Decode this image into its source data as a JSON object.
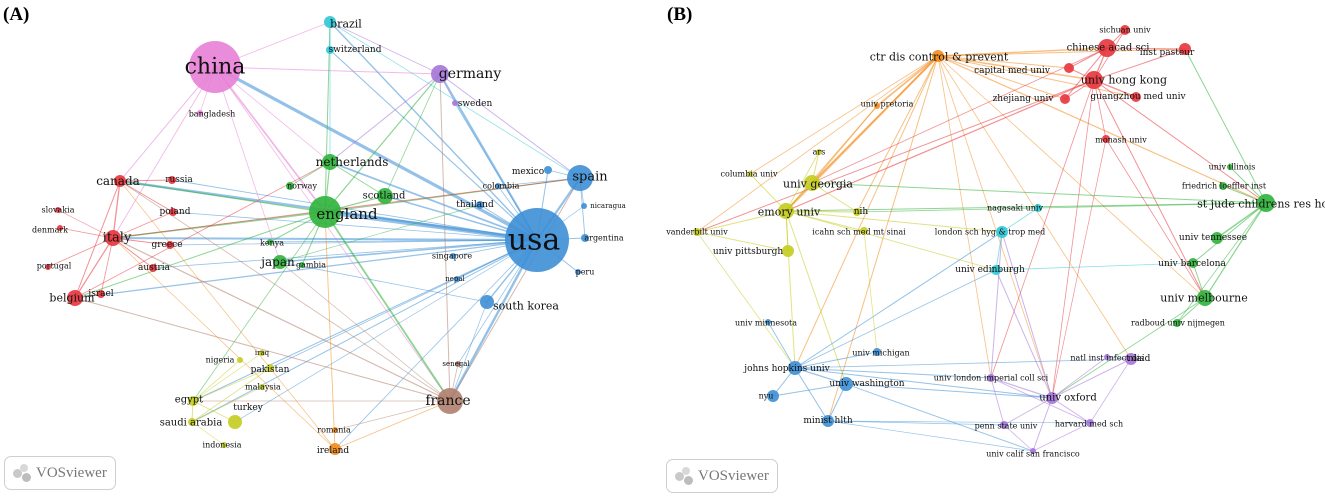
{
  "panels": [
    {
      "label": "(A)",
      "badge": "VOSviewer",
      "nodes": [
        {
          "id": "china",
          "label": "china",
          "c": "pink",
          "fs": 22
        },
        {
          "id": "brazil",
          "label": "brazil",
          "c": "cyan",
          "fs": 11
        },
        {
          "id": "switzerland",
          "label": "switzerland",
          "c": "cyan",
          "fs": 9
        },
        {
          "id": "germany",
          "label": "germany",
          "c": "purple",
          "fs": 14
        },
        {
          "id": "sweden",
          "label": "sweden",
          "c": "purple",
          "fs": 9
        },
        {
          "id": "bangladesh",
          "label": "bangladesh",
          "c": "pink",
          "fs": 8
        },
        {
          "id": "canada",
          "label": "canada",
          "c": "red",
          "fs": 12
        },
        {
          "id": "russia",
          "label": "russia",
          "c": "red",
          "fs": 9
        },
        {
          "id": "netherlands",
          "label": "netherlands",
          "c": "green",
          "fs": 12
        },
        {
          "id": "mexico",
          "label": "mexico",
          "c": "blue",
          "fs": 9
        },
        {
          "id": "spain",
          "label": "spain",
          "c": "blue",
          "fs": 13
        },
        {
          "id": "colombia",
          "label": "colombia",
          "c": "blue",
          "fs": 8
        },
        {
          "id": "norway",
          "label": "norway",
          "c": "green",
          "fs": 8
        },
        {
          "id": "scotland",
          "label": "scotland",
          "c": "green",
          "fs": 10
        },
        {
          "id": "slovakia",
          "label": "slovakia",
          "c": "red",
          "fs": 8
        },
        {
          "id": "poland",
          "label": "poland",
          "c": "red",
          "fs": 9
        },
        {
          "id": "england",
          "label": "england",
          "c": "green",
          "fs": 15
        },
        {
          "id": "thailand",
          "label": "thailand",
          "c": "blue",
          "fs": 9
        },
        {
          "id": "nicaragua",
          "label": "nicaragua",
          "c": "blue",
          "fs": 7
        },
        {
          "id": "usa",
          "label": "usa",
          "c": "blue",
          "fs": 30
        },
        {
          "id": "denmark",
          "label": "denmark",
          "c": "red",
          "fs": 8
        },
        {
          "id": "italy",
          "label": "italy",
          "c": "red",
          "fs": 13
        },
        {
          "id": "greece",
          "label": "greece",
          "c": "red",
          "fs": 9
        },
        {
          "id": "kenya",
          "label": "kenya",
          "c": "green",
          "fs": 8
        },
        {
          "id": "argentina",
          "label": "argentina",
          "c": "blue",
          "fs": 8
        },
        {
          "id": "portugal",
          "label": "portugal",
          "c": "red",
          "fs": 8
        },
        {
          "id": "austria",
          "label": "austria",
          "c": "red",
          "fs": 9
        },
        {
          "id": "japan",
          "label": "japan",
          "c": "green",
          "fs": 12
        },
        {
          "id": "gambia",
          "label": "gambia",
          "c": "green",
          "fs": 8
        },
        {
          "id": "singapore",
          "label": "singapore",
          "c": "blue",
          "fs": 8
        },
        {
          "id": "israel",
          "label": "israel",
          "c": "red",
          "fs": 9
        },
        {
          "id": "nepal",
          "label": "nepal",
          "c": "blue",
          "fs": 7
        },
        {
          "id": "peru",
          "label": "peru",
          "c": "blue",
          "fs": 8
        },
        {
          "id": "belgium",
          "label": "belgium",
          "c": "red",
          "fs": 11
        },
        {
          "id": "southkorea",
          "label": "south korea",
          "c": "blue",
          "fs": 11
        },
        {
          "id": "nigeria",
          "label": "nigeria",
          "c": "yellow",
          "fs": 8
        },
        {
          "id": "iraq",
          "label": "iraq",
          "c": "yellow",
          "fs": 7
        },
        {
          "id": "pakistan",
          "label": "pakistan",
          "c": "yellow",
          "fs": 9
        },
        {
          "id": "senegal",
          "label": "senegal",
          "c": "brown",
          "fs": 7
        },
        {
          "id": "malaysia",
          "label": "malaysia",
          "c": "yellow",
          "fs": 8
        },
        {
          "id": "egypt",
          "label": "egypt",
          "c": "yellow",
          "fs": 10
        },
        {
          "id": "france",
          "label": "france",
          "c": "brown",
          "fs": 14
        },
        {
          "id": "turkey",
          "label": "turkey",
          "c": "yellow",
          "fs": 9
        },
        {
          "id": "saudiarabia",
          "label": "saudi arabia",
          "c": "yellow",
          "fs": 10
        },
        {
          "id": "indonesia",
          "label": "indonesia",
          "c": "yellow",
          "fs": 8
        },
        {
          "id": "romania",
          "label": "romania",
          "c": "orange",
          "fs": 8
        },
        {
          "id": "ireland",
          "label": "ireland",
          "c": "orange",
          "fs": 9
        }
      ]
    },
    {
      "label": "(B)",
      "badge": "VOSviewer",
      "nodes": [
        {
          "id": "sichuan",
          "label": "sichuan univ",
          "c": "red",
          "fs": 8
        },
        {
          "id": "cdc",
          "label": "ctr dis control & prevent",
          "c": "orange",
          "fs": 11
        },
        {
          "id": "cas",
          "label": "chinese acad sci",
          "c": "red",
          "fs": 10
        },
        {
          "id": "pasteur",
          "label": "inst pasteur",
          "c": "red",
          "fs": 9
        },
        {
          "id": "capital",
          "label": "capital med univ",
          "c": "red",
          "fs": 9
        },
        {
          "id": "hku",
          "label": "univ hong kong",
          "c": "red",
          "fs": 11
        },
        {
          "id": "pretoria",
          "label": "univ pretoria",
          "c": "orange",
          "fs": 8
        },
        {
          "id": "zhejiang",
          "label": "zhejiang univ",
          "c": "red",
          "fs": 9
        },
        {
          "id": "guangzhou",
          "label": "guangzhou med univ",
          "c": "red",
          "fs": 9
        },
        {
          "id": "monash",
          "label": "monash univ",
          "c": "red",
          "fs": 8
        },
        {
          "id": "ars",
          "label": "ars",
          "c": "yellow",
          "fs": 8
        },
        {
          "id": "illinois",
          "label": "univ illinois",
          "c": "green",
          "fs": 8
        },
        {
          "id": "columbia",
          "label": "columbia univ",
          "c": "yellow",
          "fs": 8
        },
        {
          "id": "loeffler",
          "label": "friedrich loeffler inst",
          "c": "green",
          "fs": 8
        },
        {
          "id": "georgia",
          "label": "univ georgia",
          "c": "yellow",
          "fs": 11
        },
        {
          "id": "stjude",
          "label": "st jude childrens res hosp",
          "c": "green",
          "fs": 11
        },
        {
          "id": "emory",
          "label": "emory univ",
          "c": "yellow",
          "fs": 11
        },
        {
          "id": "nih",
          "label": "nih",
          "c": "yellow",
          "fs": 9
        },
        {
          "id": "nagasaki",
          "label": "nagasaki univ",
          "c": "cyan",
          "fs": 8
        },
        {
          "id": "vanderbilt",
          "label": "vanderbilt univ",
          "c": "yellow",
          "fs": 8
        },
        {
          "id": "icahn",
          "label": "icahn sch med mt sinai",
          "c": "yellow",
          "fs": 8
        },
        {
          "id": "lshtm",
          "label": "london sch hyg & trop med",
          "c": "cyan",
          "fs": 8
        },
        {
          "id": "tennessee",
          "label": "univ tennessee",
          "c": "green",
          "fs": 9
        },
        {
          "id": "pittsburgh",
          "label": "univ pittsburgh",
          "c": "yellow",
          "fs": 9
        },
        {
          "id": "edinburgh",
          "label": "univ edinburgh",
          "c": "cyan",
          "fs": 9
        },
        {
          "id": "barcelona",
          "label": "univ barcelona",
          "c": "green",
          "fs": 9
        },
        {
          "id": "melbourne",
          "label": "univ melbourne",
          "c": "green",
          "fs": 11
        },
        {
          "id": "minnesota",
          "label": "univ minnesota",
          "c": "blue",
          "fs": 8
        },
        {
          "id": "radboud",
          "label": "radboud univ nijmegen",
          "c": "green",
          "fs": 8
        },
        {
          "id": "michigan",
          "label": "univ michigan",
          "c": "blue",
          "fs": 8
        },
        {
          "id": "niid",
          "label": "natl inst infect dis",
          "c": "purple",
          "fs": 8
        },
        {
          "id": "niaid",
          "label": "niaid",
          "c": "purple",
          "fs": 9
        },
        {
          "id": "jhu",
          "label": "johns hopkins univ",
          "c": "blue",
          "fs": 9
        },
        {
          "id": "washington",
          "label": "univ washington",
          "c": "blue",
          "fs": 9
        },
        {
          "id": "imperial",
          "label": "univ london imperial coll sci",
          "c": "purple",
          "fs": 8
        },
        {
          "id": "oxford",
          "label": "univ oxford",
          "c": "purple",
          "fs": 10
        },
        {
          "id": "nyu",
          "label": "nyu",
          "c": "blue",
          "fs": 8
        },
        {
          "id": "minist",
          "label": "minist hlth",
          "c": "blue",
          "fs": 9
        },
        {
          "id": "pennstate",
          "label": "penn state univ",
          "c": "purple",
          "fs": 8
        },
        {
          "id": "harvard",
          "label": "harvard med sch",
          "c": "purple",
          "fs": 8
        },
        {
          "id": "ucsf",
          "label": "univ calif san francisco",
          "c": "purple",
          "fs": 8
        }
      ]
    }
  ],
  "colors": {
    "red": "#e8343c",
    "green": "#2fb33a",
    "blue": "#3d8fd6",
    "cyan": "#2ec8d6",
    "yellow": "#c4cc1f",
    "orange": "#f28c1c",
    "purple": "#a475d8",
    "pink": "#e77fd6",
    "brown": "#b07f6e"
  }
}
